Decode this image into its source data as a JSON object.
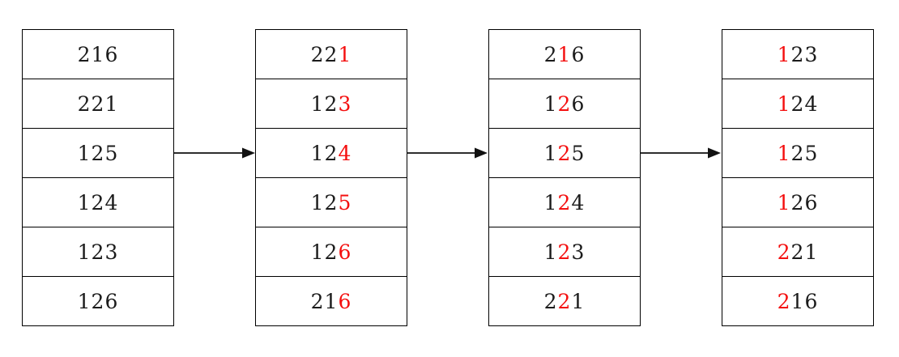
{
  "figure": {
    "name": "radix-sort-passes-diagram",
    "colors": {
      "background": "#ffffff",
      "cell_border": "#000000",
      "digit_default": "#1b1b1b",
      "digit_highlight": "#f40f0f",
      "arrow": "#111111"
    }
  },
  "columns": [
    {
      "name": "initial-array",
      "cells": [
        {
          "value": "216",
          "highlight_digit": null
        },
        {
          "value": "221",
          "highlight_digit": null
        },
        {
          "value": "125",
          "highlight_digit": null
        },
        {
          "value": "124",
          "highlight_digit": null
        },
        {
          "value": "123",
          "highlight_digit": null
        },
        {
          "value": "126",
          "highlight_digit": null
        }
      ]
    },
    {
      "name": "after-ones-digit-pass",
      "cells": [
        {
          "value": "221",
          "highlight_digit": 2
        },
        {
          "value": "123",
          "highlight_digit": 2
        },
        {
          "value": "124",
          "highlight_digit": 2
        },
        {
          "value": "125",
          "highlight_digit": 2
        },
        {
          "value": "126",
          "highlight_digit": 2
        },
        {
          "value": "216",
          "highlight_digit": 2
        }
      ]
    },
    {
      "name": "after-tens-digit-pass",
      "cells": [
        {
          "value": "216",
          "highlight_digit": 1
        },
        {
          "value": "126",
          "highlight_digit": 1
        },
        {
          "value": "125",
          "highlight_digit": 1
        },
        {
          "value": "124",
          "highlight_digit": 1
        },
        {
          "value": "123",
          "highlight_digit": 1
        },
        {
          "value": "221",
          "highlight_digit": 1
        }
      ]
    },
    {
      "name": "after-hundreds-digit-pass",
      "cells": [
        {
          "value": "123",
          "highlight_digit": 0
        },
        {
          "value": "124",
          "highlight_digit": 0
        },
        {
          "value": "125",
          "highlight_digit": 0
        },
        {
          "value": "126",
          "highlight_digit": 0
        },
        {
          "value": "221",
          "highlight_digit": 0
        },
        {
          "value": "216",
          "highlight_digit": 0
        }
      ]
    }
  ],
  "arrows": [
    {
      "name": "arrow-pass-1",
      "direction": "right"
    },
    {
      "name": "arrow-pass-2",
      "direction": "right"
    },
    {
      "name": "arrow-pass-3",
      "direction": "right"
    }
  ]
}
